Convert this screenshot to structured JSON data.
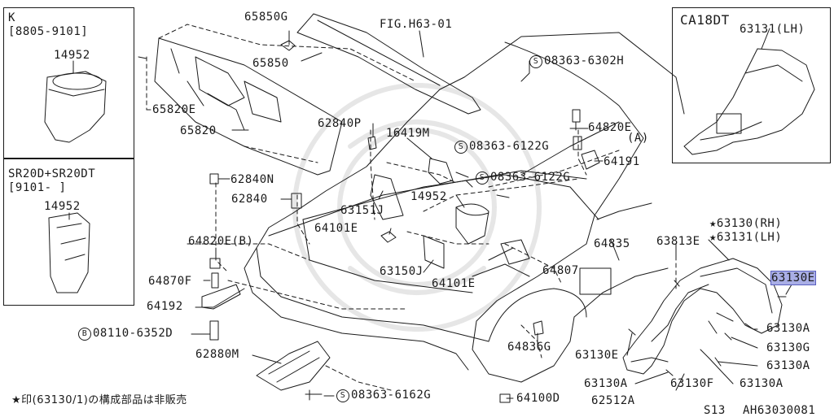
{
  "figure_title": "FIG.H63-01",
  "insets": {
    "top_left": {
      "line1": "K",
      "line2": "[8805-9101]",
      "part": "14952"
    },
    "mid_left": {
      "line1": "SR20D+SR20DT",
      "line2": "[9101-     ]",
      "part": "14952"
    },
    "top_right": {
      "title": "CA18DT",
      "part": "63131(LH)"
    }
  },
  "screw_symbol": "S",
  "bolt_symbol": "B",
  "labels": {
    "p65850g": "65850G",
    "p65850": "65850",
    "p65820e": "65820E",
    "p65820": "65820",
    "p62840p": "62840P",
    "p16419m": "16419M",
    "p08363_6302h": "08363-6302H",
    "p64820e": "64820E",
    "p_a": "(A)",
    "p08363_6122g_a": "08363-6122G",
    "p08363_6122g_b": "08363-6122G",
    "p64191": "64191",
    "p62840n": "62840N",
    "p62840": "62840",
    "p63151j": "63151J",
    "p14952": "14952",
    "p64101e_a": "64101E",
    "p64820e_b": "64820E(B)",
    "p63130_rh": "★63130(RH)",
    "p63131_lh": "★63131(LH)",
    "p64835": "64835",
    "p63813e": "63813E",
    "p63130e_hl": "63130E",
    "p64870f": "64870F",
    "p63150j": "63150J",
    "p64807": "64807",
    "p64101e_b": "64101E",
    "p64192": "64192",
    "p08110_6352d": "08110-6352D",
    "p63130a_1": "63130A",
    "p63130g": "63130G",
    "p62880m": "62880M",
    "p64836g": "64836G",
    "p63130e": "63130E",
    "p63130a_2": "63130A",
    "p63130a_3": "63130A",
    "p63130a_4": "63130A",
    "p63130f": "63130F",
    "p62512a": "62512A",
    "p08363_6162g": "08363-6162G",
    "p64100d": "64100D"
  },
  "footnote": "★印(63130/1)の構成部品は非販売",
  "footer_code_a": "S13",
  "footer_code_b": "AH63030081",
  "colors": {
    "ink": "#1a1a1a",
    "highlight": "#a9aee6",
    "watermark": "#e6e6e6"
  }
}
